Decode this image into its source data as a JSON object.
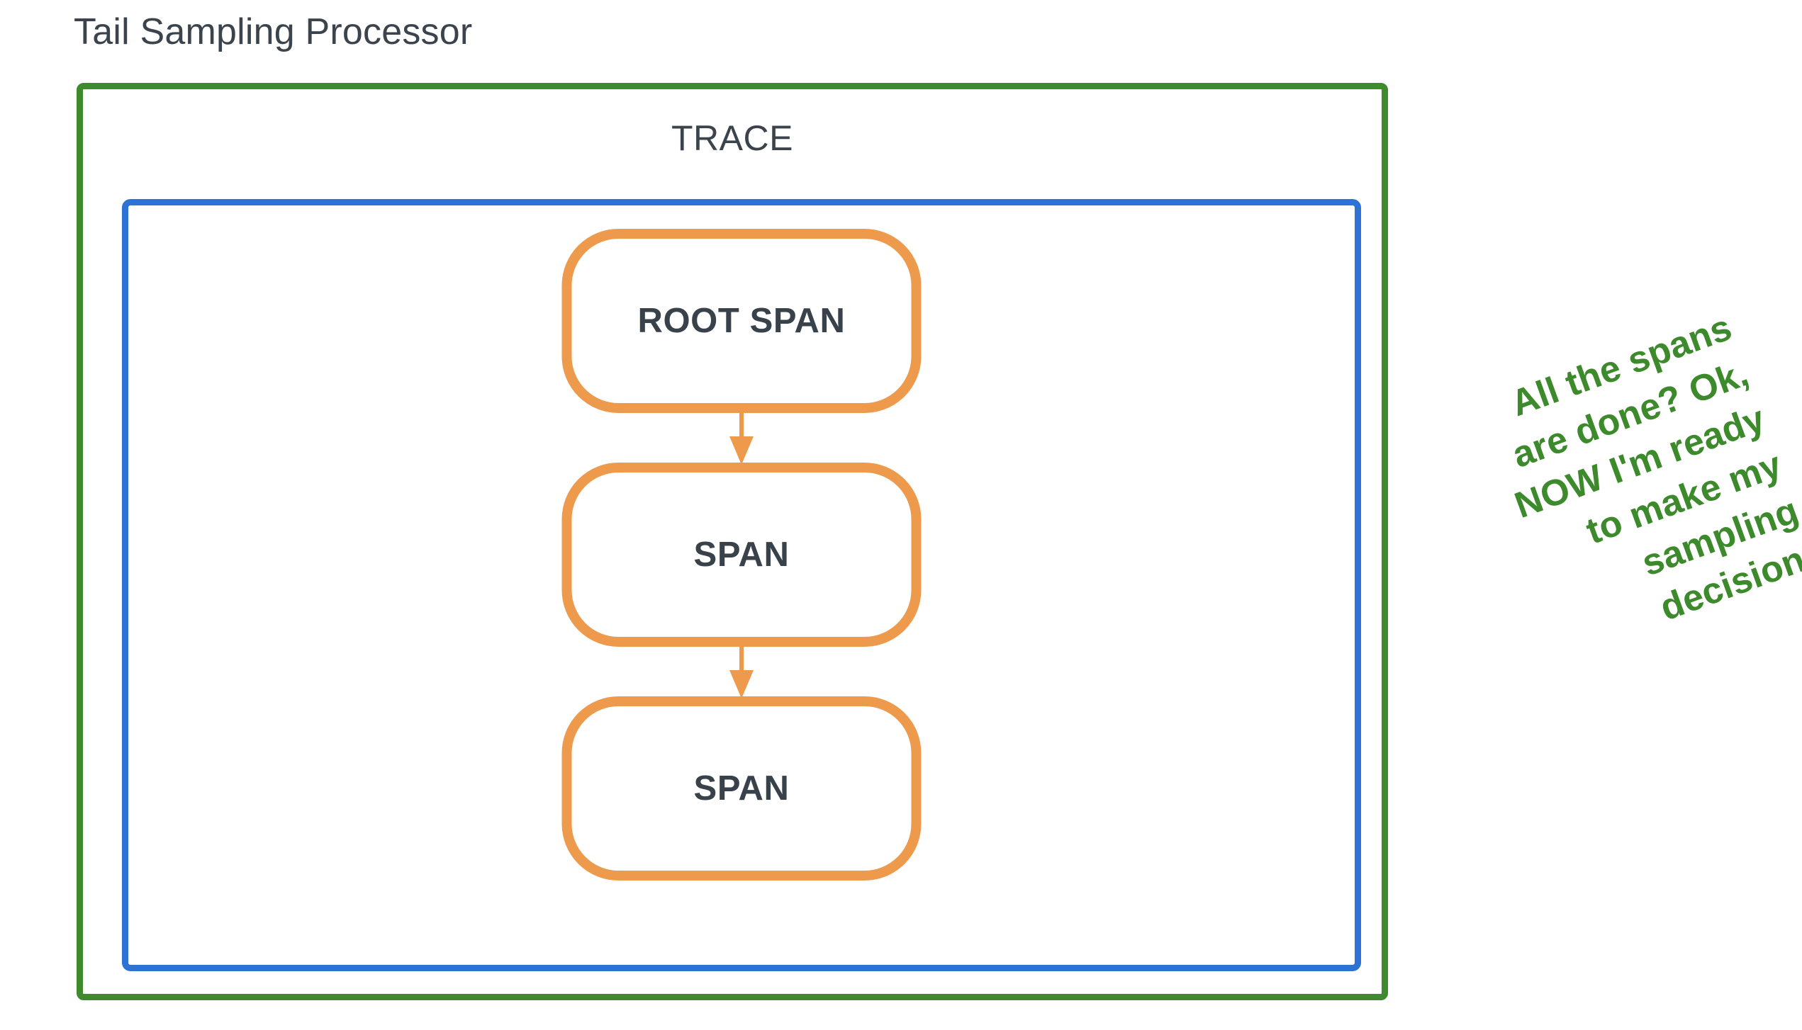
{
  "diagram": {
    "title": "Tail Sampling Processor",
    "trace_label": "TRACE",
    "colors": {
      "processor_border": "#3e8a2c",
      "trace_border": "#2f72d6",
      "span_border": "#ee9a4d",
      "span_text": "#39424b",
      "title_text": "#3b444d",
      "annotation_text": "#3c8a2b",
      "background": "#ffffff"
    },
    "spans": [
      {
        "label": "ROOT SPAN"
      },
      {
        "label": "SPAN"
      },
      {
        "label": "SPAN"
      }
    ],
    "annotation": {
      "lines": [
        "All the spans",
        "are done? Ok,",
        "NOW I'm ready",
        "to make my",
        "sampling",
        "decision."
      ]
    }
  }
}
